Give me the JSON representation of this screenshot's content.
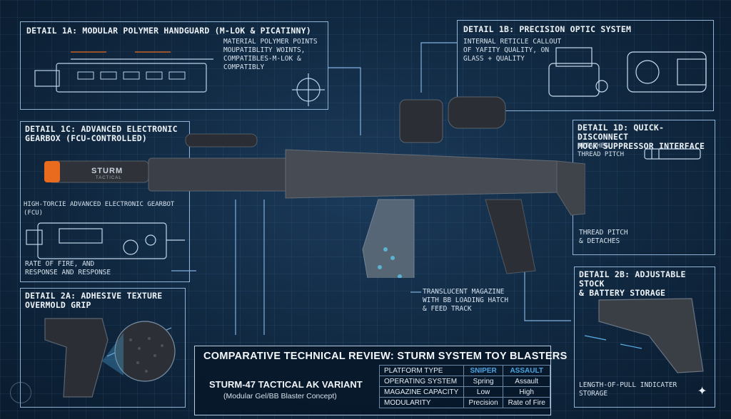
{
  "panels": {
    "d1a": {
      "title": "DETAIL 1A: MODULAR POLYMER HANDGUARD (M-LOK & PICATINNY)",
      "note": "MATERIAL POLYMER POINTS\nMOUPATIBLITY WOINTS,\nCOMPATIBLES-M-LOK &\nCOMPATIBLY"
    },
    "d1b": {
      "title": "DETAIL 1B: PRECISION OPTIC SYSTEM",
      "note": "INTERNAL RETICLE CALLOUT\nOF YAFITY QUALITY, ON\nGLASS + QUALITY"
    },
    "d1c": {
      "title": "DETAIL 1C: ADVANCED ELECTRONIC\nGEARBOX (FCU-CONTROLLED)",
      "note1": "HIGH-TORCIE ADVANCED ELECTRONIC GEARBOT\n(FCU)",
      "note2": "RATE OF FIRE, AND\nRESPONSE AND RESPONSE"
    },
    "d1d": {
      "title": "DETAIL 1D: QUICK-DISCONNECT\nMOCK SUPPRESSOR INTERFACE",
      "note1": "DETACHES\nTHREAD PITCH",
      "note2": "THREAD PITCH\n& DETACHES"
    },
    "d2a": {
      "title": "DETAIL 2A: ADHESIVE TEXTURE\nOVERMOLD GRIP"
    },
    "d2b": {
      "title": "DETAIL 2B: ADJUSTABLE STOCK\n& BATTERY STORAGE",
      "note": "LENGTH-OF-PULL INDICATER\nSTORAGE"
    }
  },
  "magazine_note": "TRANSLUCENT MAGAZINE\nWITH BB LOADING HATCH\n& FEED TRACK",
  "suppressor_brand": "STURM",
  "suppressor_sub": "TACTICAL",
  "review": {
    "title": "COMPARATIVE TECHNICAL REVIEW: STURM SYSTEM TOY BLASTERS",
    "model": "STURM-47 TACTICAL AK VARIANT",
    "subtitle": "(Modular Gel/BB Blaster Concept)",
    "columns": [
      "SNIPER",
      "ASSAULT"
    ],
    "rows": [
      {
        "label": "PLATFORM TYPE",
        "sniper": "",
        "assault": ""
      },
      {
        "label": "OPERATING SYSTEM",
        "sniper": "Spring",
        "assault": "Assault"
      },
      {
        "label": "MAGAZINE CAPACITY",
        "sniper": "Low",
        "assault": "High"
      },
      {
        "label": "MODULARITY",
        "sniper": "Precision",
        "assault": "Rate of Fire"
      }
    ]
  },
  "colors": {
    "accent": "#e86b1e",
    "line": "#8fb3d6",
    "header_blue": "#4aa3e0"
  }
}
